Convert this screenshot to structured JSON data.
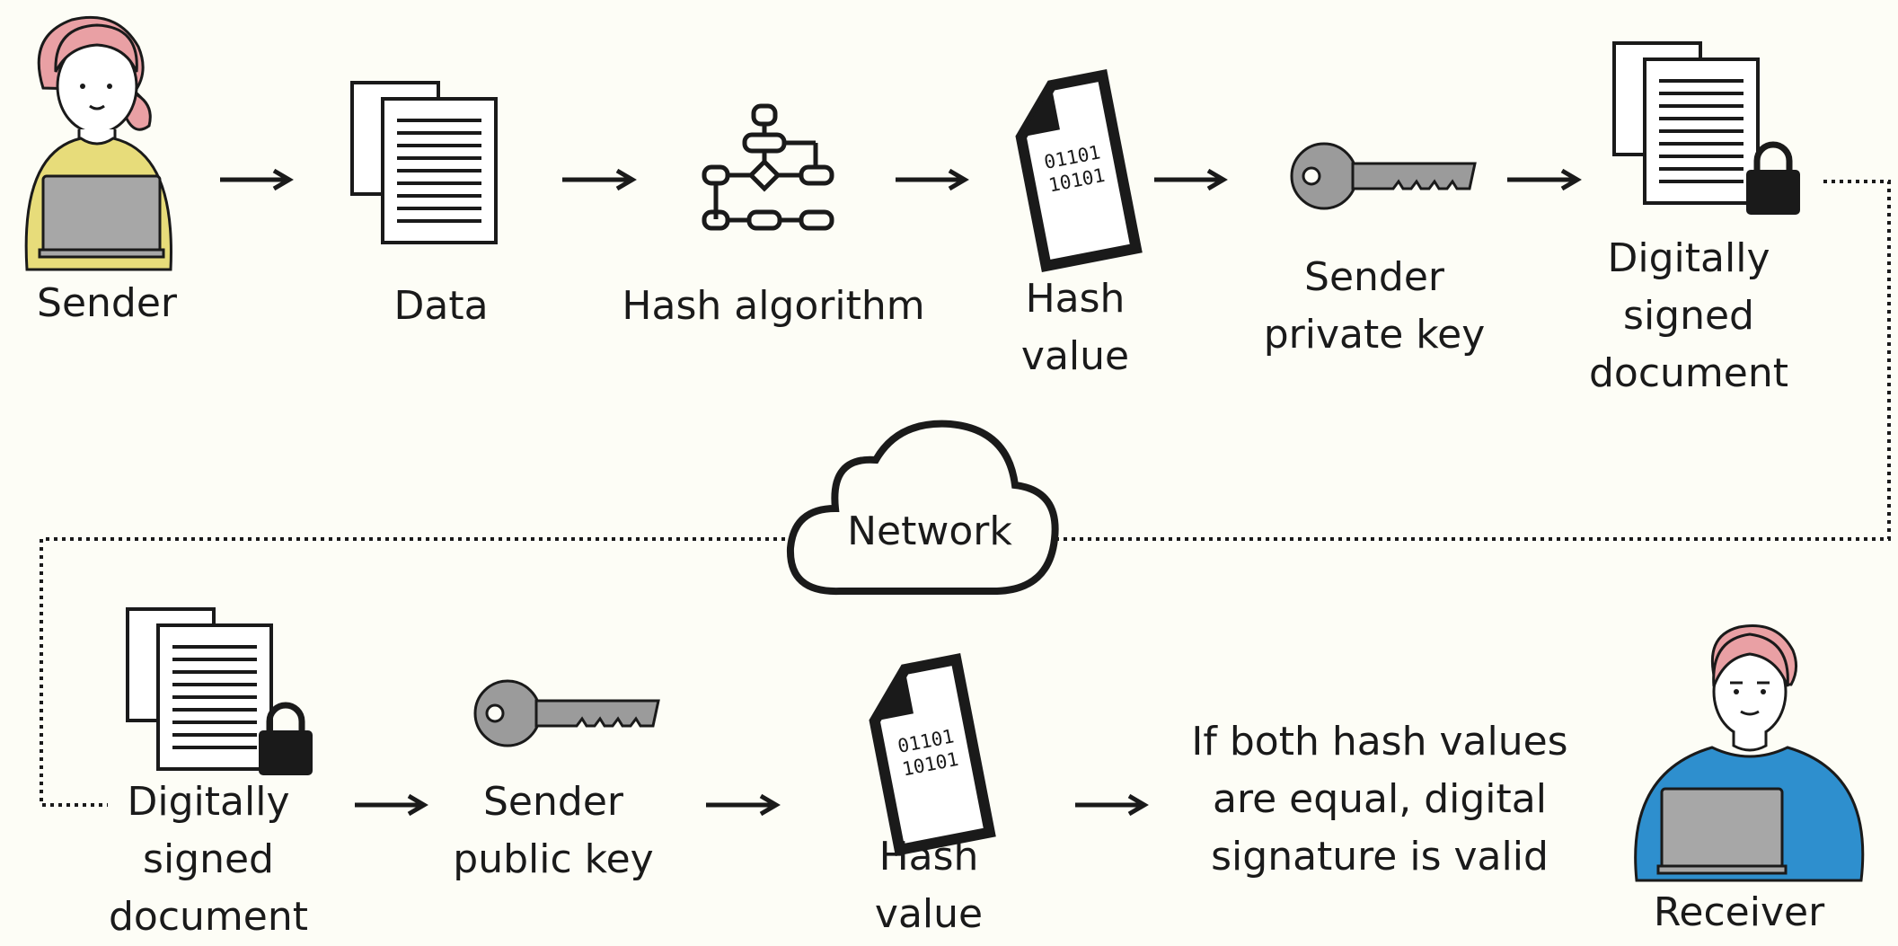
{
  "colors": {
    "background": "#fdfdf6",
    "ink": "#1a1a1a",
    "sender_shirt": "#e7dc7a",
    "receiver_shirt": "#2e8fce",
    "hair": "#e9a0a4",
    "key": "#9b9b9b",
    "laptop": "#a7a7a7"
  },
  "labels": {
    "sender": "Sender",
    "data": "Data",
    "hash_algorithm": "Hash algorithm",
    "hash_value_top": [
      "Hash",
      "value"
    ],
    "sender_private_key": [
      "Sender",
      "private key"
    ],
    "signed_doc_top": [
      "Digitally",
      "signed",
      "document"
    ],
    "network": "Network",
    "signed_doc_bottom": [
      "Digitally",
      "signed",
      "document"
    ],
    "sender_public_key": [
      "Sender",
      "public key"
    ],
    "hash_value_bottom": [
      "Hash",
      "value"
    ],
    "verdict": [
      "If both hash values",
      "are equal, digital",
      "signature is valid"
    ],
    "receiver": "Receiver",
    "binary_line_1": "01101",
    "binary_line_2": "10101"
  }
}
